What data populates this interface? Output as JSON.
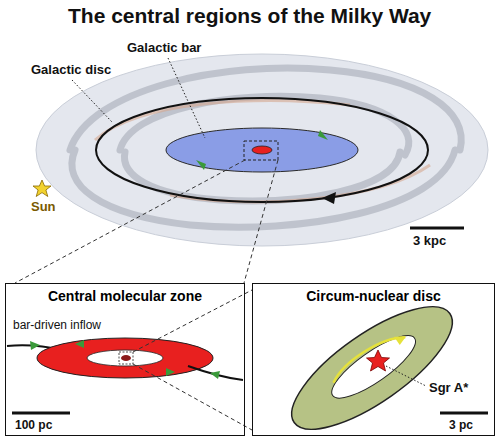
{
  "diagram": {
    "title": "The central regions of the Milky Way",
    "nodes": [
      {
        "text": [
          "Central molecular zone"
        ]
      },
      {
        "text": [
          "Circum-nuclear disc"
        ]
      }
    ],
    "labels": [
      "Galactic disc",
      "Galactic bar",
      "Sun",
      "3 kpc",
      "bar-driven inflow",
      "100 pc",
      "Sgr A*",
      "3 pc"
    ]
  }
}
